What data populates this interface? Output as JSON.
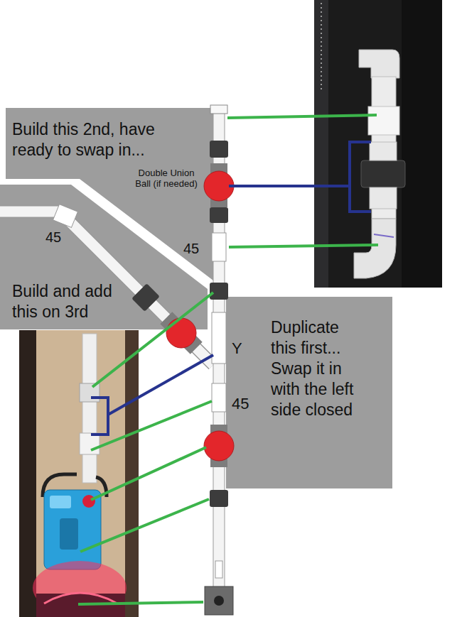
{
  "diagram": {
    "nodes": [
      {
        "text": [
          "Build this 2nd, have ready to swap in..."
        ]
      },
      {
        "text": [
          "Build and add this on 3rd"
        ]
      },
      {
        "text": [
          "Duplicate this first... Swap it in with the left side closed"
        ]
      }
    ],
    "labels": [
      "Double Union Ball (if needed)",
      "45",
      "45",
      "Y",
      "45"
    ]
  }
}
